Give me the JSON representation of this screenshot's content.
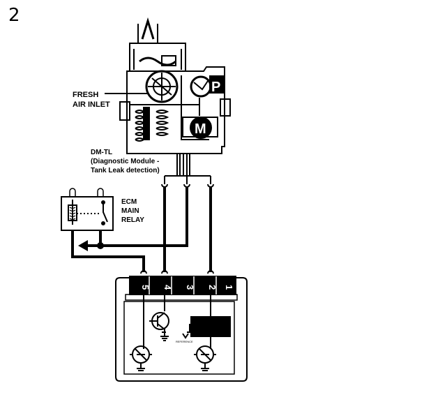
{
  "step_number": "2",
  "labels": {
    "fresh_air_inlet_line1": "FRESH",
    "fresh_air_inlet_line2": "AIR INLET",
    "pump_marker": "P",
    "motor_marker": "M",
    "dmtl_line1": "DM-TL",
    "dmtl_line2": "(Diagnostic Module -",
    "dmtl_line3": "Tank Leak detection)",
    "ecm_line1": "ECM",
    "ecm_line2": "MAIN",
    "ecm_line3": "RELAY",
    "reference_text": "REFERENCE"
  },
  "connector_pins": [
    "5",
    "4",
    "3",
    "2",
    "1"
  ],
  "colors": {
    "line": "#000000",
    "background": "#ffffff",
    "fill_dark": "#000000"
  }
}
